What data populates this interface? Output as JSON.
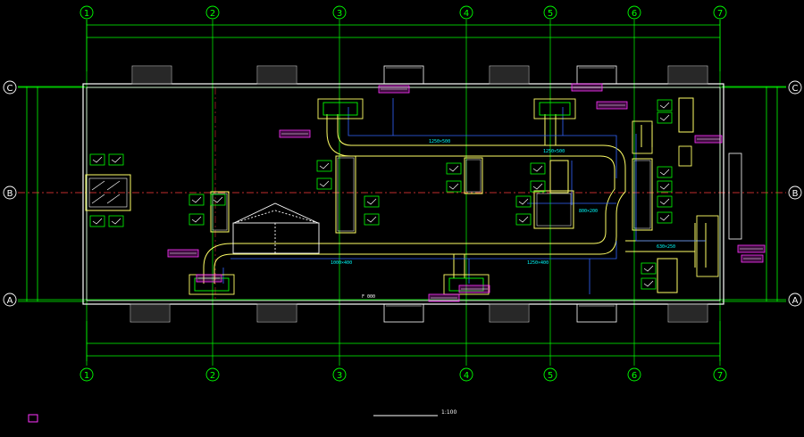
{
  "grid": {
    "columns": [
      "1",
      "2",
      "3",
      "4",
      "5",
      "6",
      "7"
    ],
    "rows": [
      "C",
      "B",
      "A"
    ]
  },
  "dimensions": {
    "overall_top": "",
    "overall_bottom": "",
    "bottom_annotation": "F 000"
  },
  "room_label": "",
  "elevation_note": "",
  "title_block": {
    "title": "",
    "scale": "1:100",
    "note": ""
  },
  "legend": {
    "label": ""
  },
  "colors": {
    "grid_green": "#00ff00",
    "axis_red": "#ff3b3b",
    "duct_yellow": "#ffff66",
    "pipe_blue": "#3366ff",
    "label_magenta": "#ff33ff",
    "wall_white": "#ffffff",
    "cyan": "#00ffff"
  }
}
